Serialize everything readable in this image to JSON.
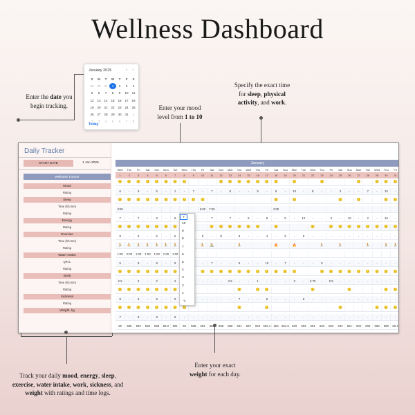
{
  "title": "Wellness Dashboard",
  "notes": {
    "date": {
      "pre": "Enter the ",
      "bold": "date",
      "post": " you begin tracking."
    },
    "mood": {
      "pre": "Enter your mood level from ",
      "bold": "1 to 10"
    },
    "time": {
      "pre": "Specify the exact time for ",
      "b1": "sleep",
      "m1": ", ",
      "b2": "physical activity",
      "m2": ", and ",
      "b3": "work",
      "post": "."
    },
    "weight": {
      "pre": "Enter your exact ",
      "bold": "weight",
      "post": " for each day."
    },
    "track": {
      "t1": "Track your daily ",
      "b1": "mood",
      "t2": ", ",
      "b2": "energy",
      "t3": ", ",
      "b3": "sleep",
      "t4": ",",
      "b4": "exercise",
      "t5": ", ",
      "b5": "water intake",
      "t6": ", ",
      "b6": "work",
      "t7": ", ",
      "b7": "sickness",
      "t8": ",",
      "t9": "and ",
      "b8": "weight",
      "t10": " with ratings and time logs."
    }
  },
  "calendar": {
    "month": "January 2025",
    "nav": "‹ ›",
    "dow": [
      "S",
      "M",
      "T",
      "W",
      "T",
      "F",
      "S"
    ],
    "rows": [
      [
        {
          "d": "29",
          "m": 1
        },
        {
          "d": "30",
          "m": 1
        },
        {
          "d": "31",
          "m": 1
        },
        {
          "d": "1"
        },
        {
          "d": "2"
        },
        {
          "d": "3"
        },
        {
          "d": "4"
        }
      ],
      [
        {
          "d": "5"
        },
        {
          "d": "6"
        },
        {
          "d": "7"
        },
        {
          "d": "8"
        },
        {
          "d": "9"
        },
        {
          "d": "10"
        },
        {
          "d": "11"
        }
      ],
      [
        {
          "d": "12"
        },
        {
          "d": "13"
        },
        {
          "d": "14"
        },
        {
          "d": "15"
        },
        {
          "d": "16"
        },
        {
          "d": "17"
        },
        {
          "d": "18"
        }
      ],
      [
        {
          "d": "19"
        },
        {
          "d": "20"
        },
        {
          "d": "21"
        },
        {
          "d": "22"
        },
        {
          "d": "23"
        },
        {
          "d": "24"
        },
        {
          "d": "25"
        }
      ],
      [
        {
          "d": "26"
        },
        {
          "d": "27"
        },
        {
          "d": "28"
        },
        {
          "d": "29"
        },
        {
          "d": "30"
        },
        {
          "d": "31"
        },
        {
          "d": "1",
          "m": 1
        }
      ],
      [
        {
          "d": "2",
          "m": 1
        },
        {
          "d": "3",
          "m": 1
        },
        {
          "d": "4",
          "m": 1
        },
        {
          "d": "5",
          "m": 1
        },
        {
          "d": "6",
          "m": 1
        },
        {
          "d": "7",
          "m": 1
        },
        {
          "d": "8",
          "m": 1
        }
      ]
    ],
    "selected_day": "1",
    "today_label": "Today"
  },
  "tracker": {
    "title": "Daily Tracker",
    "start_label": "START DATE",
    "start_value": "1 Jan 2025",
    "section_header": "Wellness Tracker",
    "month": "January",
    "weekdays": [
      "Wed",
      "Thu",
      "Fri",
      "Sat",
      "Sun",
      "Mon",
      "Tue",
      "Wed",
      "Thu",
      "Fri",
      "Sat",
      "Sun",
      "Mon",
      "Tue",
      "Wed",
      "Thu",
      "Fri",
      "Sat",
      "Sun",
      "Mon",
      "Tue",
      "Wed",
      "Thu",
      "Fri",
      "Sat",
      "Sun",
      "Mon",
      "Tue",
      "Wed",
      "Thu",
      "Fri"
    ],
    "dates": [
      "1",
      "2",
      "3",
      "4",
      "5",
      "6",
      "7",
      "8",
      "9",
      "10",
      "11",
      "12",
      "13",
      "14",
      "15",
      "16",
      "17",
      "18",
      "19",
      "20",
      "21",
      "22",
      "23",
      "24",
      "25",
      "26",
      "27",
      "28",
      "29",
      "30",
      "31"
    ],
    "categories": [
      {
        "label": "Mood",
        "sub": "Rating"
      },
      {
        "label": "Sleep",
        "sub": "Time (hh:mm)",
        "sub2": "Rating"
      },
      {
        "label": "Energy",
        "sub": "Rating"
      },
      {
        "label": "Exercise",
        "sub": "Time (hh:mm)",
        "sub2": "Rating"
      },
      {
        "label": "Water Intake",
        "sub": "QRt L",
        "sub2": "Rating"
      },
      {
        "label": "Work",
        "sub": "Time (hh:mm)",
        "sub2": "Rating"
      },
      {
        "label": "Sickness",
        "sub": "Rating"
      },
      {
        "label": "Weight, kg"
      }
    ],
    "rows": [
      {
        "kind": "emo",
        "cells": [
          "😐",
          "😐",
          "😐",
          "😐",
          "😐",
          "😐",
          "😐",
          "😐",
          "",
          "",
          "",
          "😐",
          "😐",
          "😐",
          "😐",
          "😐",
          "😐",
          "😐",
          "",
          "😐",
          "",
          "",
          "😐",
          "",
          "",
          "",
          "😐",
          "",
          "😐",
          "😐",
          "😐"
        ]
      },
      {
        "kind": "num",
        "cells": [
          "6",
          "-",
          "9",
          "-",
          "5",
          "-",
          "1",
          "-",
          "7",
          "-",
          "7",
          "-",
          "8",
          "-",
          "-",
          "9",
          "-",
          "8",
          "-",
          "10",
          "-",
          "8",
          "-",
          "-",
          "3",
          "-",
          "-",
          "7",
          "-",
          "10",
          "-"
        ]
      },
      {
        "kind": "emo",
        "cells": [
          "😐",
          "😐",
          "😐",
          "😐",
          "😐",
          "😐",
          "😐",
          "😐",
          "😐",
          "😐",
          "",
          "",
          "",
          "",
          "",
          "",
          "",
          "😐",
          "",
          "😐",
          "",
          "",
          "",
          "",
          "😐",
          "",
          "😐",
          "",
          "",
          "😐",
          "😐"
        ]
      },
      {
        "kind": "num",
        "cells": [
          "3:00",
          "",
          "",
          "",
          "",
          "",
          "",
          "",
          "",
          "6:00",
          "7:00",
          "",
          "",
          "",
          "",
          "",
          "",
          "2:00",
          "",
          "",
          "",
          "",
          "",
          "",
          "",
          "",
          "",
          "",
          "",
          "",
          ""
        ]
      },
      {
        "kind": "num",
        "cells": [
          "7",
          "-",
          "7",
          "-",
          "8",
          "-",
          "8",
          "-",
          "8",
          "-",
          "7",
          "-",
          "7",
          "-",
          "9",
          "-",
          "8",
          "-",
          "5",
          "-",
          "10",
          "-",
          "-",
          "3",
          "-",
          "10",
          "-",
          "2",
          "-",
          "10",
          "-"
        ]
      },
      {
        "kind": "emo",
        "cells": [
          "😐",
          "😐",
          "😐",
          "😐",
          "😐",
          "😐",
          "😐",
          "😐",
          "",
          "",
          "😐",
          "😐",
          "😐",
          "😐",
          "😐",
          "😐",
          "",
          "😐",
          "",
          "",
          "",
          "😐",
          "",
          "😐",
          "😐",
          "😐",
          "😐",
          "😐",
          "😐",
          "😐",
          "😐"
        ]
      },
      {
        "kind": "num",
        "cells": [
          "8",
          "-",
          "8",
          "-",
          "6",
          "-",
          "6",
          "-",
          "-",
          "8",
          "-",
          "8",
          "-",
          "8",
          "-",
          "-",
          "4",
          "-",
          "9",
          "-",
          "6",
          "-",
          "-",
          "-",
          "-",
          "-",
          "-",
          "-",
          "-",
          "-",
          "-"
        ]
      },
      {
        "kind": "act",
        "cells": [
          "🏃",
          "⛹",
          "🏃",
          "🏃",
          "🏃",
          "🏃",
          "🏃",
          "",
          "",
          "⛹",
          "🚴",
          "",
          "",
          "🏃",
          "",
          "",
          "",
          "🔥",
          "",
          "🔥",
          "",
          "",
          "🏃",
          "",
          "🏃",
          "",
          "",
          "🏃",
          "",
          "🏃",
          "🏃"
        ]
      },
      {
        "kind": "num",
        "cells": [
          "1:00",
          "2:00",
          "1:00",
          "1:00",
          "1:00",
          "1:00",
          "1:00",
          "",
          "",
          "",
          "",
          "",
          "",
          "",
          "",
          "",
          "",
          "",
          "",
          "",
          "",
          "",
          "",
          "",
          "",
          "",
          "",
          "",
          "",
          "",
          ""
        ]
      },
      {
        "kind": "num",
        "cells": [
          "5",
          "-",
          "8",
          "-",
          "8",
          "-",
          "9",
          "-",
          "9",
          "-",
          "7",
          "-",
          "-",
          "9",
          "-",
          "-",
          "10",
          "-",
          "7",
          "-",
          "-",
          "-",
          "5",
          "-",
          "-",
          "-",
          "-",
          "-",
          "-",
          "-",
          "-"
        ]
      },
      {
        "kind": "emo",
        "cells": [
          "😐",
          "😐",
          "😐",
          "😐",
          "😐",
          "😐",
          "😐",
          "😐",
          "😐",
          "😐",
          "😐",
          "😐",
          "😐",
          "😐",
          "😐",
          "😐",
          "😐",
          "😐",
          "😐",
          "😐",
          "",
          "",
          "😐",
          "😐",
          "😐",
          "😐",
          "😐",
          "😐",
          "😐",
          "😐",
          "😐"
        ]
      },
      {
        "kind": "num",
        "cells": [
          "2.5",
          "-",
          "2",
          "-",
          "2",
          "-",
          "2",
          "-",
          "-",
          "-",
          "-",
          "-",
          "2.5",
          "-",
          "-",
          "1",
          "-",
          "-",
          "-",
          "3",
          "-",
          "3.75",
          "-",
          "0.5",
          "-",
          "-",
          "-",
          "-",
          "-",
          "-",
          "-"
        ]
      },
      {
        "kind": "emo",
        "cells": [
          "😐",
          "😐",
          "😐",
          "😐",
          "😐",
          "😐",
          "😐",
          "😐",
          "",
          "",
          "",
          "",
          "",
          "😐",
          "",
          "😐",
          "😐",
          "",
          "",
          "",
          "",
          "😐",
          "",
          "",
          "",
          "😐",
          "",
          "",
          "",
          "😐",
          "😐"
        ]
      },
      {
        "kind": "num",
        "cells": [
          "8",
          "-",
          "9",
          "-",
          "9",
          "-",
          "9",
          "-",
          "-",
          "-",
          "-",
          "-",
          "-",
          "7",
          "-",
          "-",
          "9",
          "-",
          "-",
          "-",
          "8",
          "-",
          "-",
          "-",
          "-",
          "-",
          "-",
          "-",
          "-",
          "-",
          "-"
        ]
      },
      {
        "kind": "emo",
        "cells": [
          "😐",
          "😐",
          "😐",
          "😐",
          "😐",
          "😐",
          "😐",
          "😐",
          "",
          "",
          "",
          "",
          "",
          "😐",
          "",
          "",
          "😐",
          "",
          "",
          "",
          "",
          "",
          "",
          "",
          "😐",
          "",
          "",
          "",
          "😐",
          "😐",
          "😐"
        ]
      },
      {
        "kind": "num",
        "cells": [
          "7",
          "-",
          "8",
          "-",
          "8",
          "-",
          "9",
          "-",
          "-",
          "-",
          "-",
          "-",
          "-",
          "-",
          "-",
          "-",
          "-",
          "-",
          "-",
          "-",
          "-",
          "-",
          "-",
          "-",
          "-",
          "-",
          "-",
          "-",
          "-",
          "-",
          "-"
        ]
      },
      {
        "kind": "num",
        "cells": [
          "60",
          "595",
          "592",
          "595",
          "596",
          "58.2",
          "591",
          "59",
          "589",
          "592",
          "595",
          "598",
          "599",
          "601",
          "597",
          "602",
          "602.4",
          "604",
          "604.6",
          "602",
          "603",
          "601",
          "602",
          "603",
          "602",
          "601",
          "602",
          "602",
          "598",
          "599",
          "60.4"
        ]
      }
    ],
    "dropdown": {
      "selected": "7",
      "options": [
        "10",
        "9",
        "8",
        "7",
        "6",
        "5",
        "4",
        "3",
        "2",
        "1"
      ],
      "edit_icon": "✎"
    }
  }
}
